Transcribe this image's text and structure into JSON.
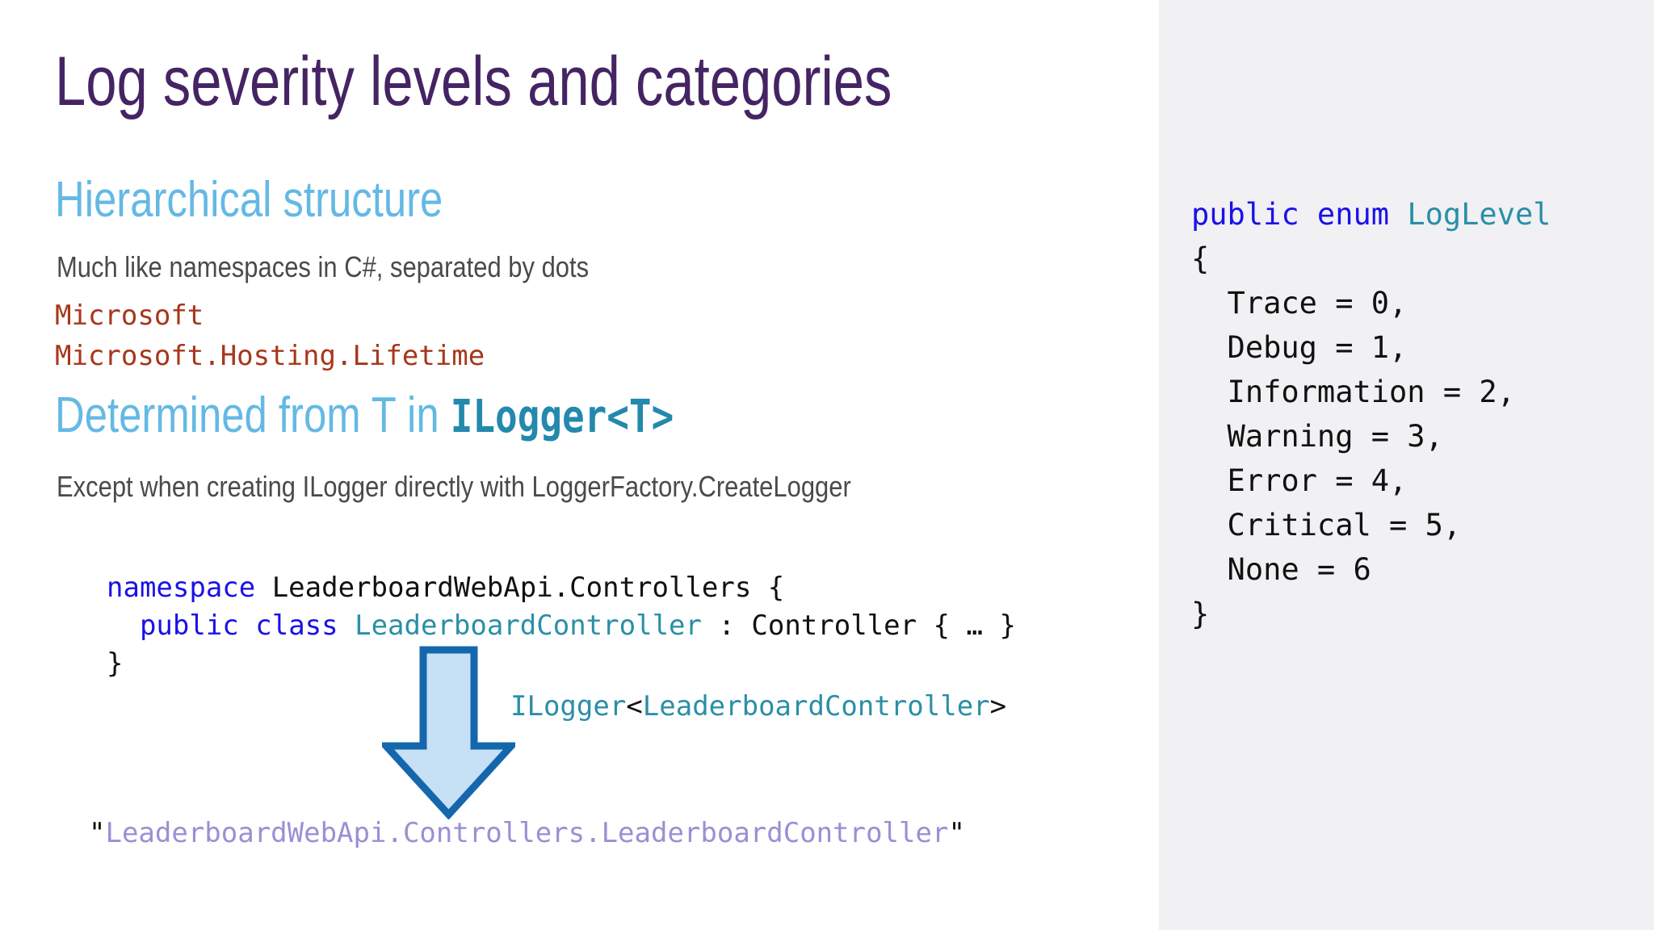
{
  "slide": {
    "title": "Log severity levels and categories",
    "sections": [
      {
        "heading": "Hierarchical structure",
        "body": "Much like namespaces in C#, separated by dots",
        "namespace_examples": [
          "Microsoft",
          "Microsoft.Hosting.Lifetime"
        ]
      },
      {
        "heading_prefix": "Determined from T in ",
        "heading_code": "ILogger<T>",
        "body": "Except when creating ILogger directly with LoggerFactory.CreateLogger"
      }
    ],
    "code_sample": {
      "line1_keyword": "namespace",
      "line1_rest": " LeaderboardWebApi.Controllers {",
      "line2_indent": "  ",
      "line2_keyword1": "public",
      "line2_keyword2": "class",
      "line2_type": "LeaderboardController",
      "line2_rest": " : Controller { … }",
      "line3": "}"
    },
    "generic_logger": {
      "type_open": "ILogger",
      "angle_open": "<",
      "type_param": "LeaderboardController",
      "angle_close": ">"
    },
    "result_category": {
      "quote_open": "\"",
      "value": "LeaderboardWebApi.Controllers.LeaderboardController",
      "quote_close": "\""
    },
    "arrow": {
      "name": "down-arrow",
      "fill": "#C6E0F5",
      "stroke": "#1567AD"
    }
  },
  "code_panel": {
    "background": "#F1F0F3",
    "lines": {
      "l1_kw": "public enum ",
      "l1_type": "LogLevel",
      "l2": "{",
      "l3": "  Trace = 0,",
      "l4": "  Debug = 1,",
      "l5": "  Information = 2,",
      "l6": "  Warning = 3,",
      "l7": "  Error = 4,",
      "l8": "  Critical = 5,",
      "l9": "  None = 6",
      "l10": "}"
    }
  },
  "colors": {
    "title_purple": "#452463",
    "heading_blue": "#64B9E4",
    "heading_code_teal": "#2389AD",
    "namespace_red": "#A8361B",
    "keyword_blue": "#1A11E8",
    "type_teal": "#2A8FA8",
    "string_purple": "#9B8FD4",
    "body_gray": "#4A4A4A"
  }
}
